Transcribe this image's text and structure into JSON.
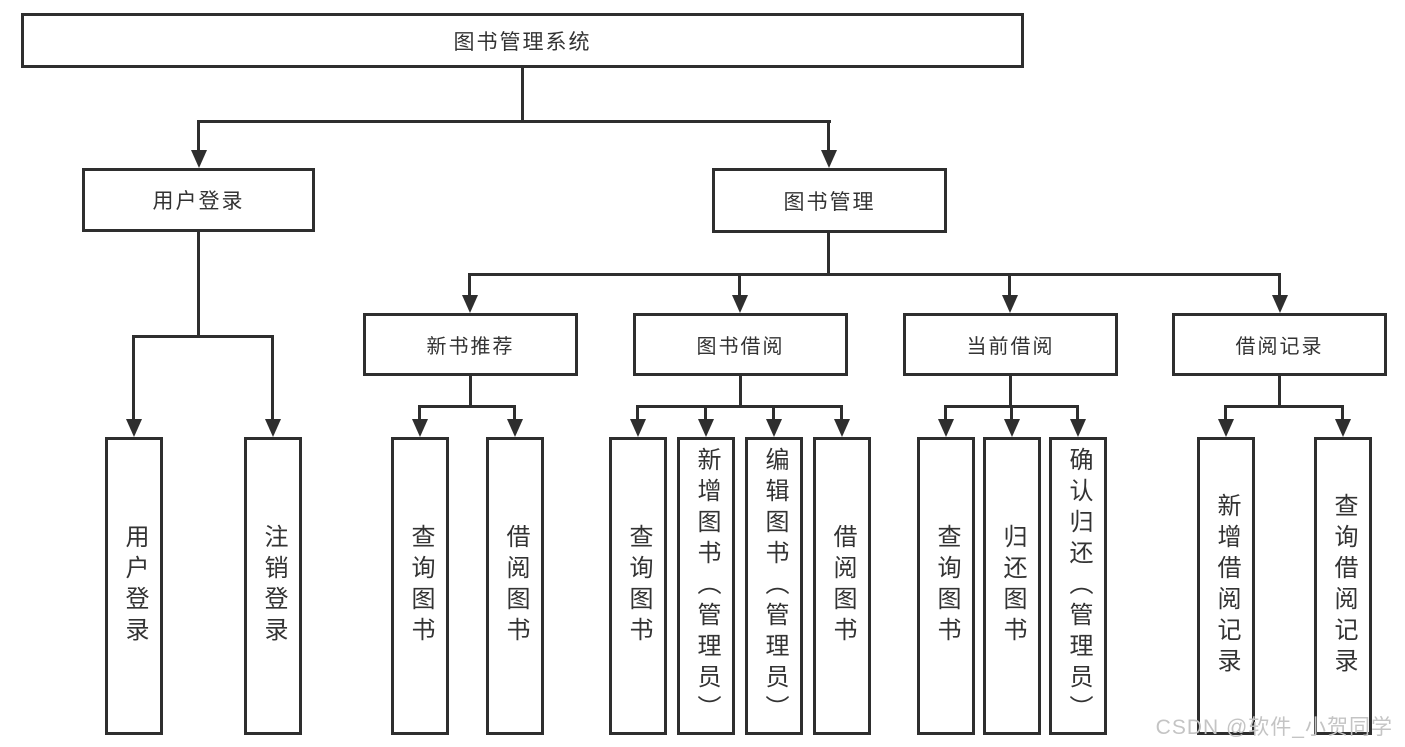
{
  "colors": {
    "line": "#2e2e2e",
    "text": "#333333",
    "watermark": "#c4c4c4",
    "background": "#ffffff"
  },
  "watermark": "CSDN @软件_小贺同学",
  "tree": {
    "label": "图书管理系统",
    "children": [
      {
        "label": "用户登录",
        "children": [
          {
            "label": "用户登录"
          },
          {
            "label": "注销登录"
          }
        ]
      },
      {
        "label": "图书管理",
        "children": [
          {
            "label": "新书推荐",
            "children": [
              {
                "label": "查询图书"
              },
              {
                "label": "借阅图书"
              }
            ]
          },
          {
            "label": "图书借阅",
            "children": [
              {
                "label": "查询图书"
              },
              {
                "label": "新增图书（管理员）"
              },
              {
                "label": "编辑图书（管理员）"
              },
              {
                "label": "借阅图书"
              }
            ]
          },
          {
            "label": "当前借阅",
            "children": [
              {
                "label": "查询图书"
              },
              {
                "label": "归还图书"
              },
              {
                "label": "确认归还（管理员）"
              }
            ]
          },
          {
            "label": "借阅记录",
            "children": [
              {
                "label": "新增借阅记录"
              },
              {
                "label": "查询借阅记录"
              }
            ]
          }
        ]
      }
    ]
  }
}
